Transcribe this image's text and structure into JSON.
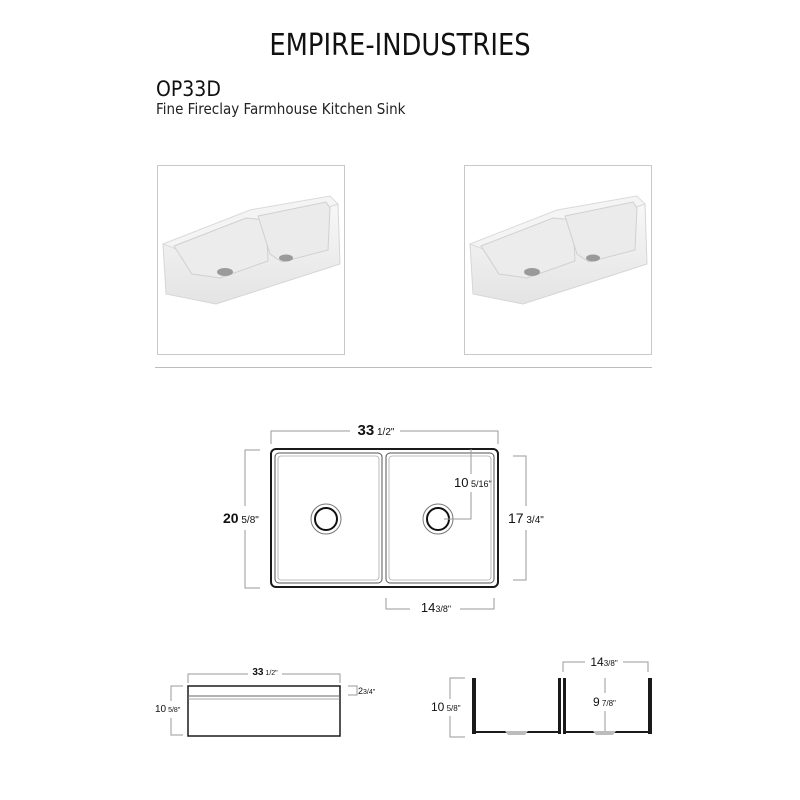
{
  "header": {
    "brand": "EMPIRE-INDUSTRIES",
    "model": "OP33D",
    "description": "Fine Fireclay Farmhouse Kitchen Sink"
  },
  "photos": [
    {
      "label": "double-bowl-sink-photo-1",
      "alt": "White fireclay double bowl farmhouse sink, angled view"
    },
    {
      "label": "double-bowl-sink-photo-2",
      "alt": "White fireclay double bowl farmhouse sink, angled view"
    }
  ],
  "plan_view": {
    "overall_width": {
      "whole": "33",
      "fraction": "1/2",
      "unit": "\""
    },
    "overall_depth": {
      "whole": "20",
      "fraction": "5/8",
      "unit": "\""
    },
    "bowl_depth": {
      "whole": "17",
      "fraction": "3/4",
      "unit": "\""
    },
    "drain_offset": {
      "whole": "10",
      "fraction": "5/16",
      "unit": "\""
    },
    "bowl_width": {
      "whole": "14",
      "fraction": "3/8",
      "unit": "\""
    }
  },
  "front_view": {
    "overall_width": {
      "whole": "33",
      "fraction": "1/2",
      "unit": "\""
    },
    "height": {
      "whole": "10",
      "fraction": "5/8",
      "unit": "\""
    },
    "apron_band": {
      "whole": "2",
      "fraction": "3/4",
      "unit": "\""
    }
  },
  "side_view": {
    "height": {
      "whole": "10",
      "fraction": "5/8",
      "unit": "\""
    },
    "bowl_width": {
      "whole": "14",
      "fraction": "3/8",
      "unit": "\""
    },
    "bowl_inner_depth": {
      "whole": "9",
      "fraction": "7/8",
      "unit": "\""
    }
  },
  "colors": {
    "outline": "#1a1a1a",
    "dimension_line": "#9a9a9a",
    "photo_border": "#c9c9c9",
    "sink_white": "#f2f2f2",
    "drain_metal": "#8a8a8a"
  }
}
